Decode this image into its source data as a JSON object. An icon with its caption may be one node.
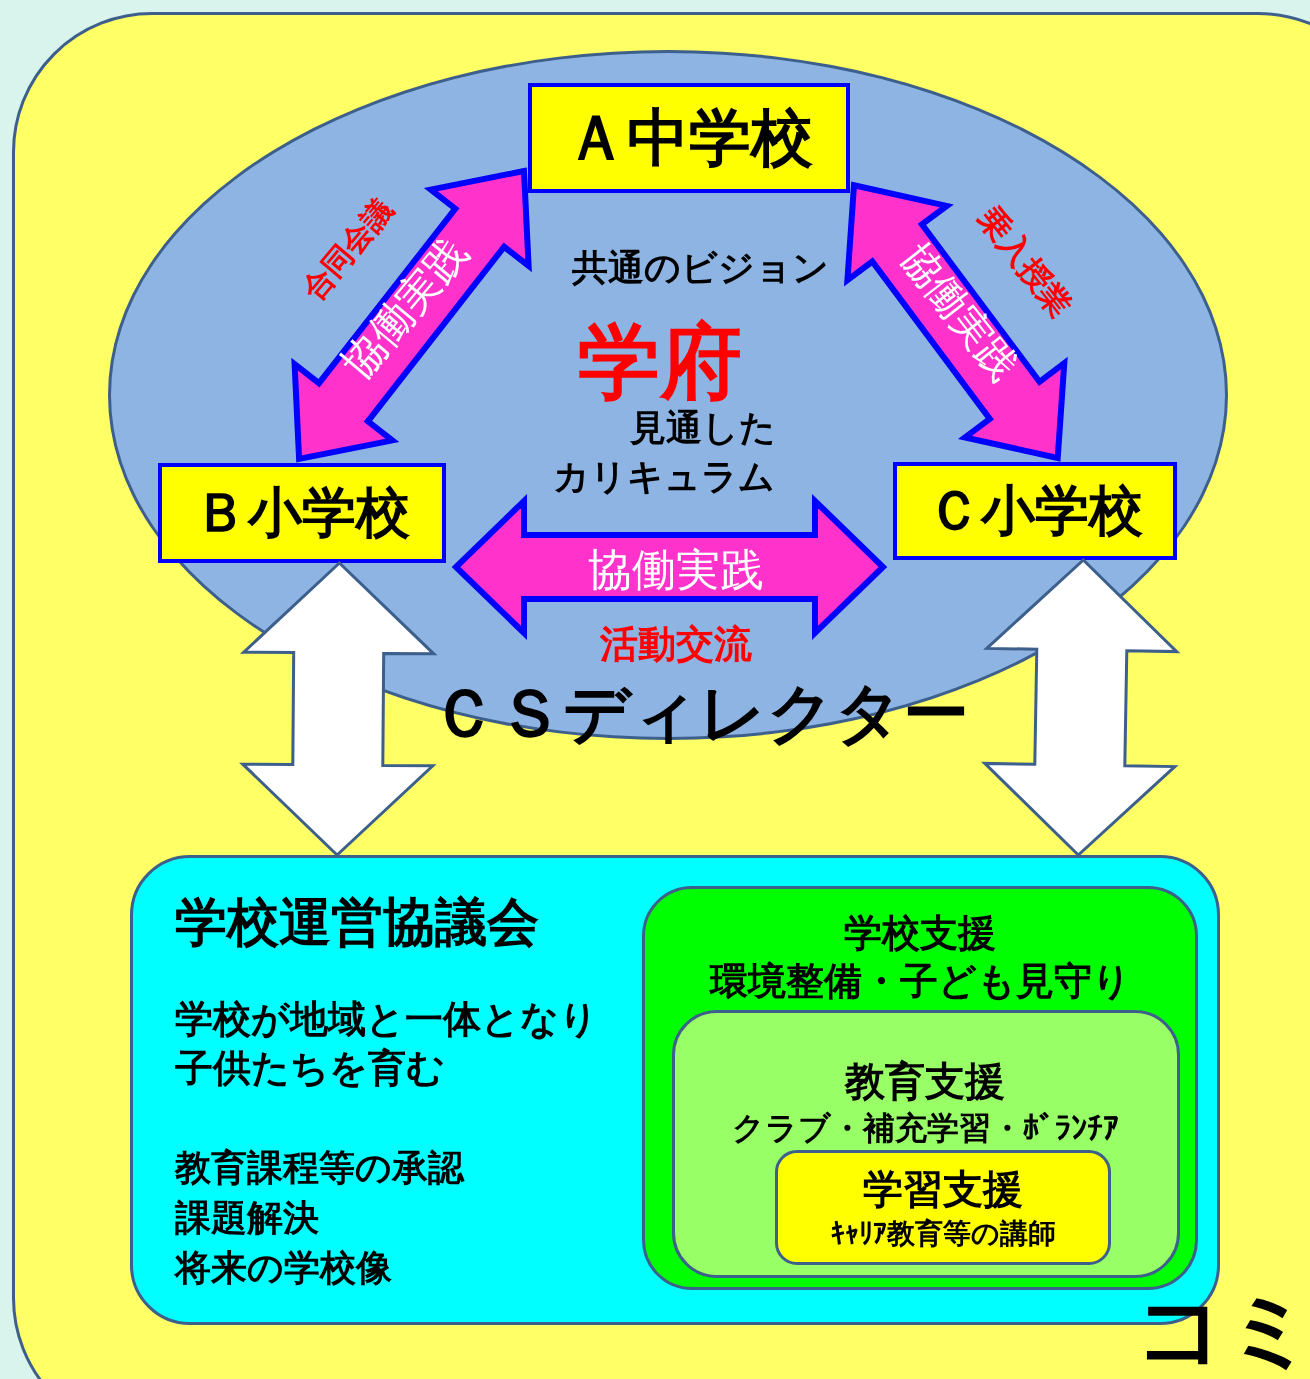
{
  "diagram": {
    "nodes": [
      {
        "text": [
          "共通のビジョン",
          "学府",
          "見通したカリキュラム"
        ]
      },
      {
        "text": [
          "Ａ中学校"
        ],
        "in": 0
      },
      {
        "text": [
          "Ｂ小学校"
        ],
        "in": 0
      },
      {
        "text": [
          "Ｃ小学校"
        ],
        "in": 0
      },
      {
        "text": [
          "学校運営協議会",
          "学校が地域と一体となり子供たちを育む",
          "教育課程等の承認",
          "課題解決",
          "将来の学校像"
        ]
      },
      {
        "text": [
          "学校支援",
          "環境整備・子ども見守り"
        ],
        "in": 4
      },
      {
        "text": [
          "教育支援",
          "クラブ・補充学習・ﾎﾞﾗﾝﾁｱ"
        ],
        "in": 5
      },
      {
        "text": [
          "学習支援",
          "ｷｬﾘｱ教育等の講師"
        ],
        "in": 6
      }
    ],
    "edges": [
      {
        "from": 1,
        "to": 2,
        "arrow": "both",
        "label": "協働実践"
      },
      {
        "from": 1,
        "to": 3,
        "arrow": "both",
        "label": "協働実践"
      },
      {
        "from": 2,
        "to": 3,
        "arrow": "both",
        "label": "協働実践"
      },
      {
        "from": 2,
        "to": 4,
        "arrow": "both",
        "color": "#ffffff"
      },
      {
        "from": 3,
        "to": 4,
        "arrow": "both",
        "color": "#ffffff"
      }
    ],
    "labels": [
      "合同会議",
      "乗入授業",
      "活動交流",
      "ＣＳディレクター",
      "コミ"
    ]
  }
}
